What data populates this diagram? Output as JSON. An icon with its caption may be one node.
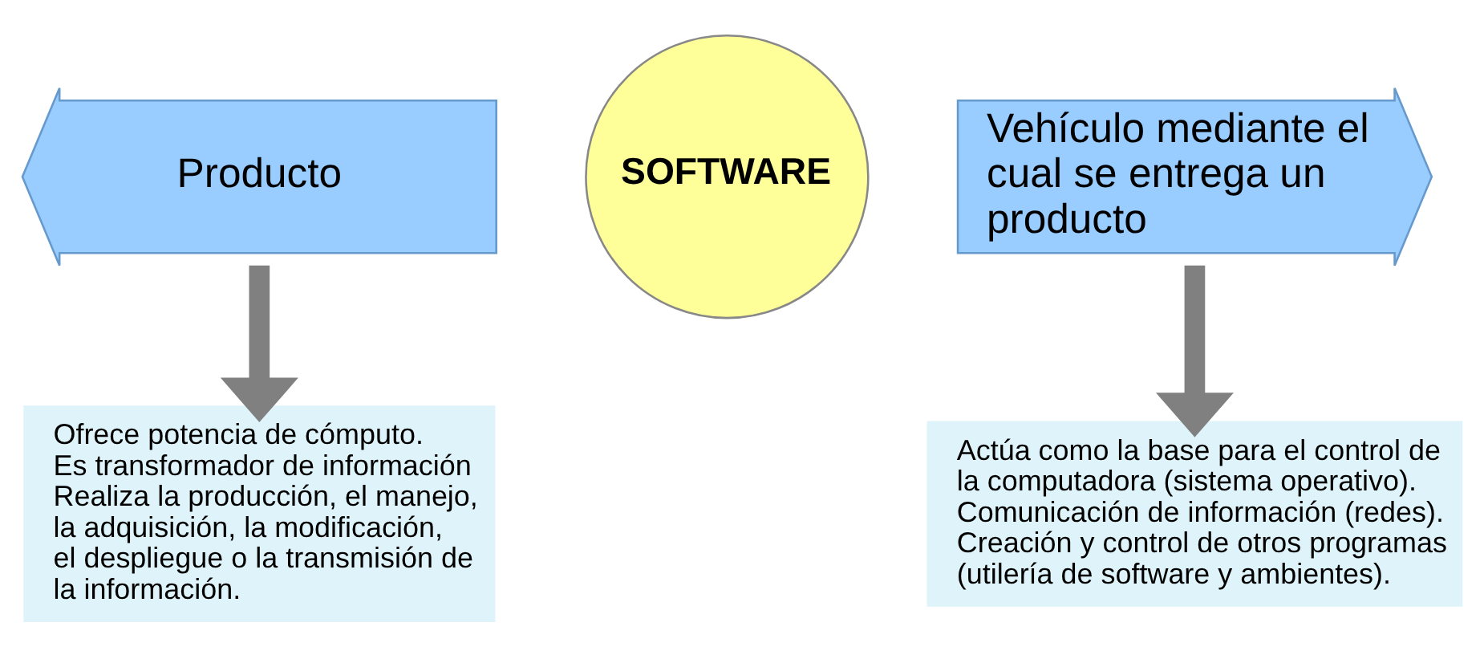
{
  "diagram": {
    "nodes": [
      {
        "text": [
          "Producto"
        ]
      },
      {
        "text": [
          "SOFTWARE"
        ]
      },
      {
        "text": [
          "Vehículo mediante el cual se entrega un producto"
        ]
      },
      {
        "text": [
          "Ofrece potencia de cómputo.",
          "Es transformador de información",
          "Realiza la producción, el manejo, la adquisición, la modificación, el despliegue o la transmisión de la información."
        ]
      },
      {
        "text": [
          "Actúa como la base para el control de la computadora (sistema operativo).",
          "Comunicación de información (redes).",
          "Creación y control de otros programas (utilería de software y ambientes)."
        ]
      }
    ],
    "edges": [
      {
        "from": 0,
        "to": 3,
        "arrow": "to"
      },
      {
        "from": 2,
        "to": 4,
        "arrow": "to"
      }
    ]
  }
}
